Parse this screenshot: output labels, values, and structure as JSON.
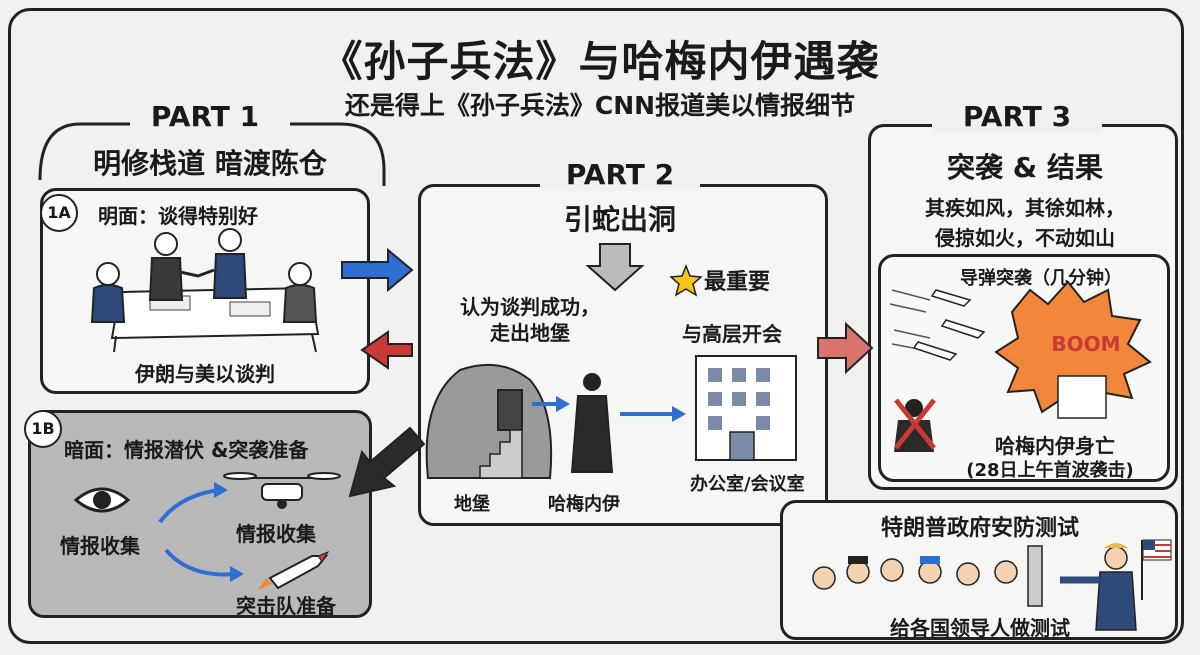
{
  "header": {
    "title": "《孙子兵法》与哈梅内伊遇袭",
    "subtitle": "还是得上《孙子兵法》CNN报道美以情报细节"
  },
  "part1": {
    "label": "PART 1",
    "name": "明修栈道 暗渡陈仓",
    "a": {
      "badge": "1A",
      "heading": "明面：谈得特别好",
      "caption": "伊朗与美以谈判"
    },
    "b": {
      "badge": "1B",
      "heading": "暗面：情报潜伏 &突袭准备",
      "eye_label": "情报收集",
      "drone_label": "情报收集",
      "missile_label": "突击队准备"
    }
  },
  "part2": {
    "label": "PART 2",
    "name": "引蛇出洞",
    "note": "认为谈判成功，\n走出地堡",
    "important": "最重要",
    "meeting": "与高层开会",
    "bunker": "地堡",
    "person": "哈梅内伊",
    "office": "办公室/会议室"
  },
  "part3": {
    "label": "PART 3",
    "name": "突袭 & 结果",
    "quote_line1": "其疾如风，其徐如林，",
    "quote_line2": "侵掠如火，不动如山",
    "strike": "导弹突袭（几分钟）",
    "boom": "BOOM",
    "result_line1": "哈梅内伊身亡",
    "result_line2": "(28日上午首波袭击)"
  },
  "trump": {
    "title": "特朗普政府安防测试",
    "caption": "给各国领导人做测试"
  },
  "colors": {
    "arrow_blue": "#2f6fd1",
    "arrow_red": "#c93a36",
    "arrow_pink": "#d9736c",
    "arrow_dark": "#2a2a2a",
    "boom_orange": "#f2863b"
  }
}
